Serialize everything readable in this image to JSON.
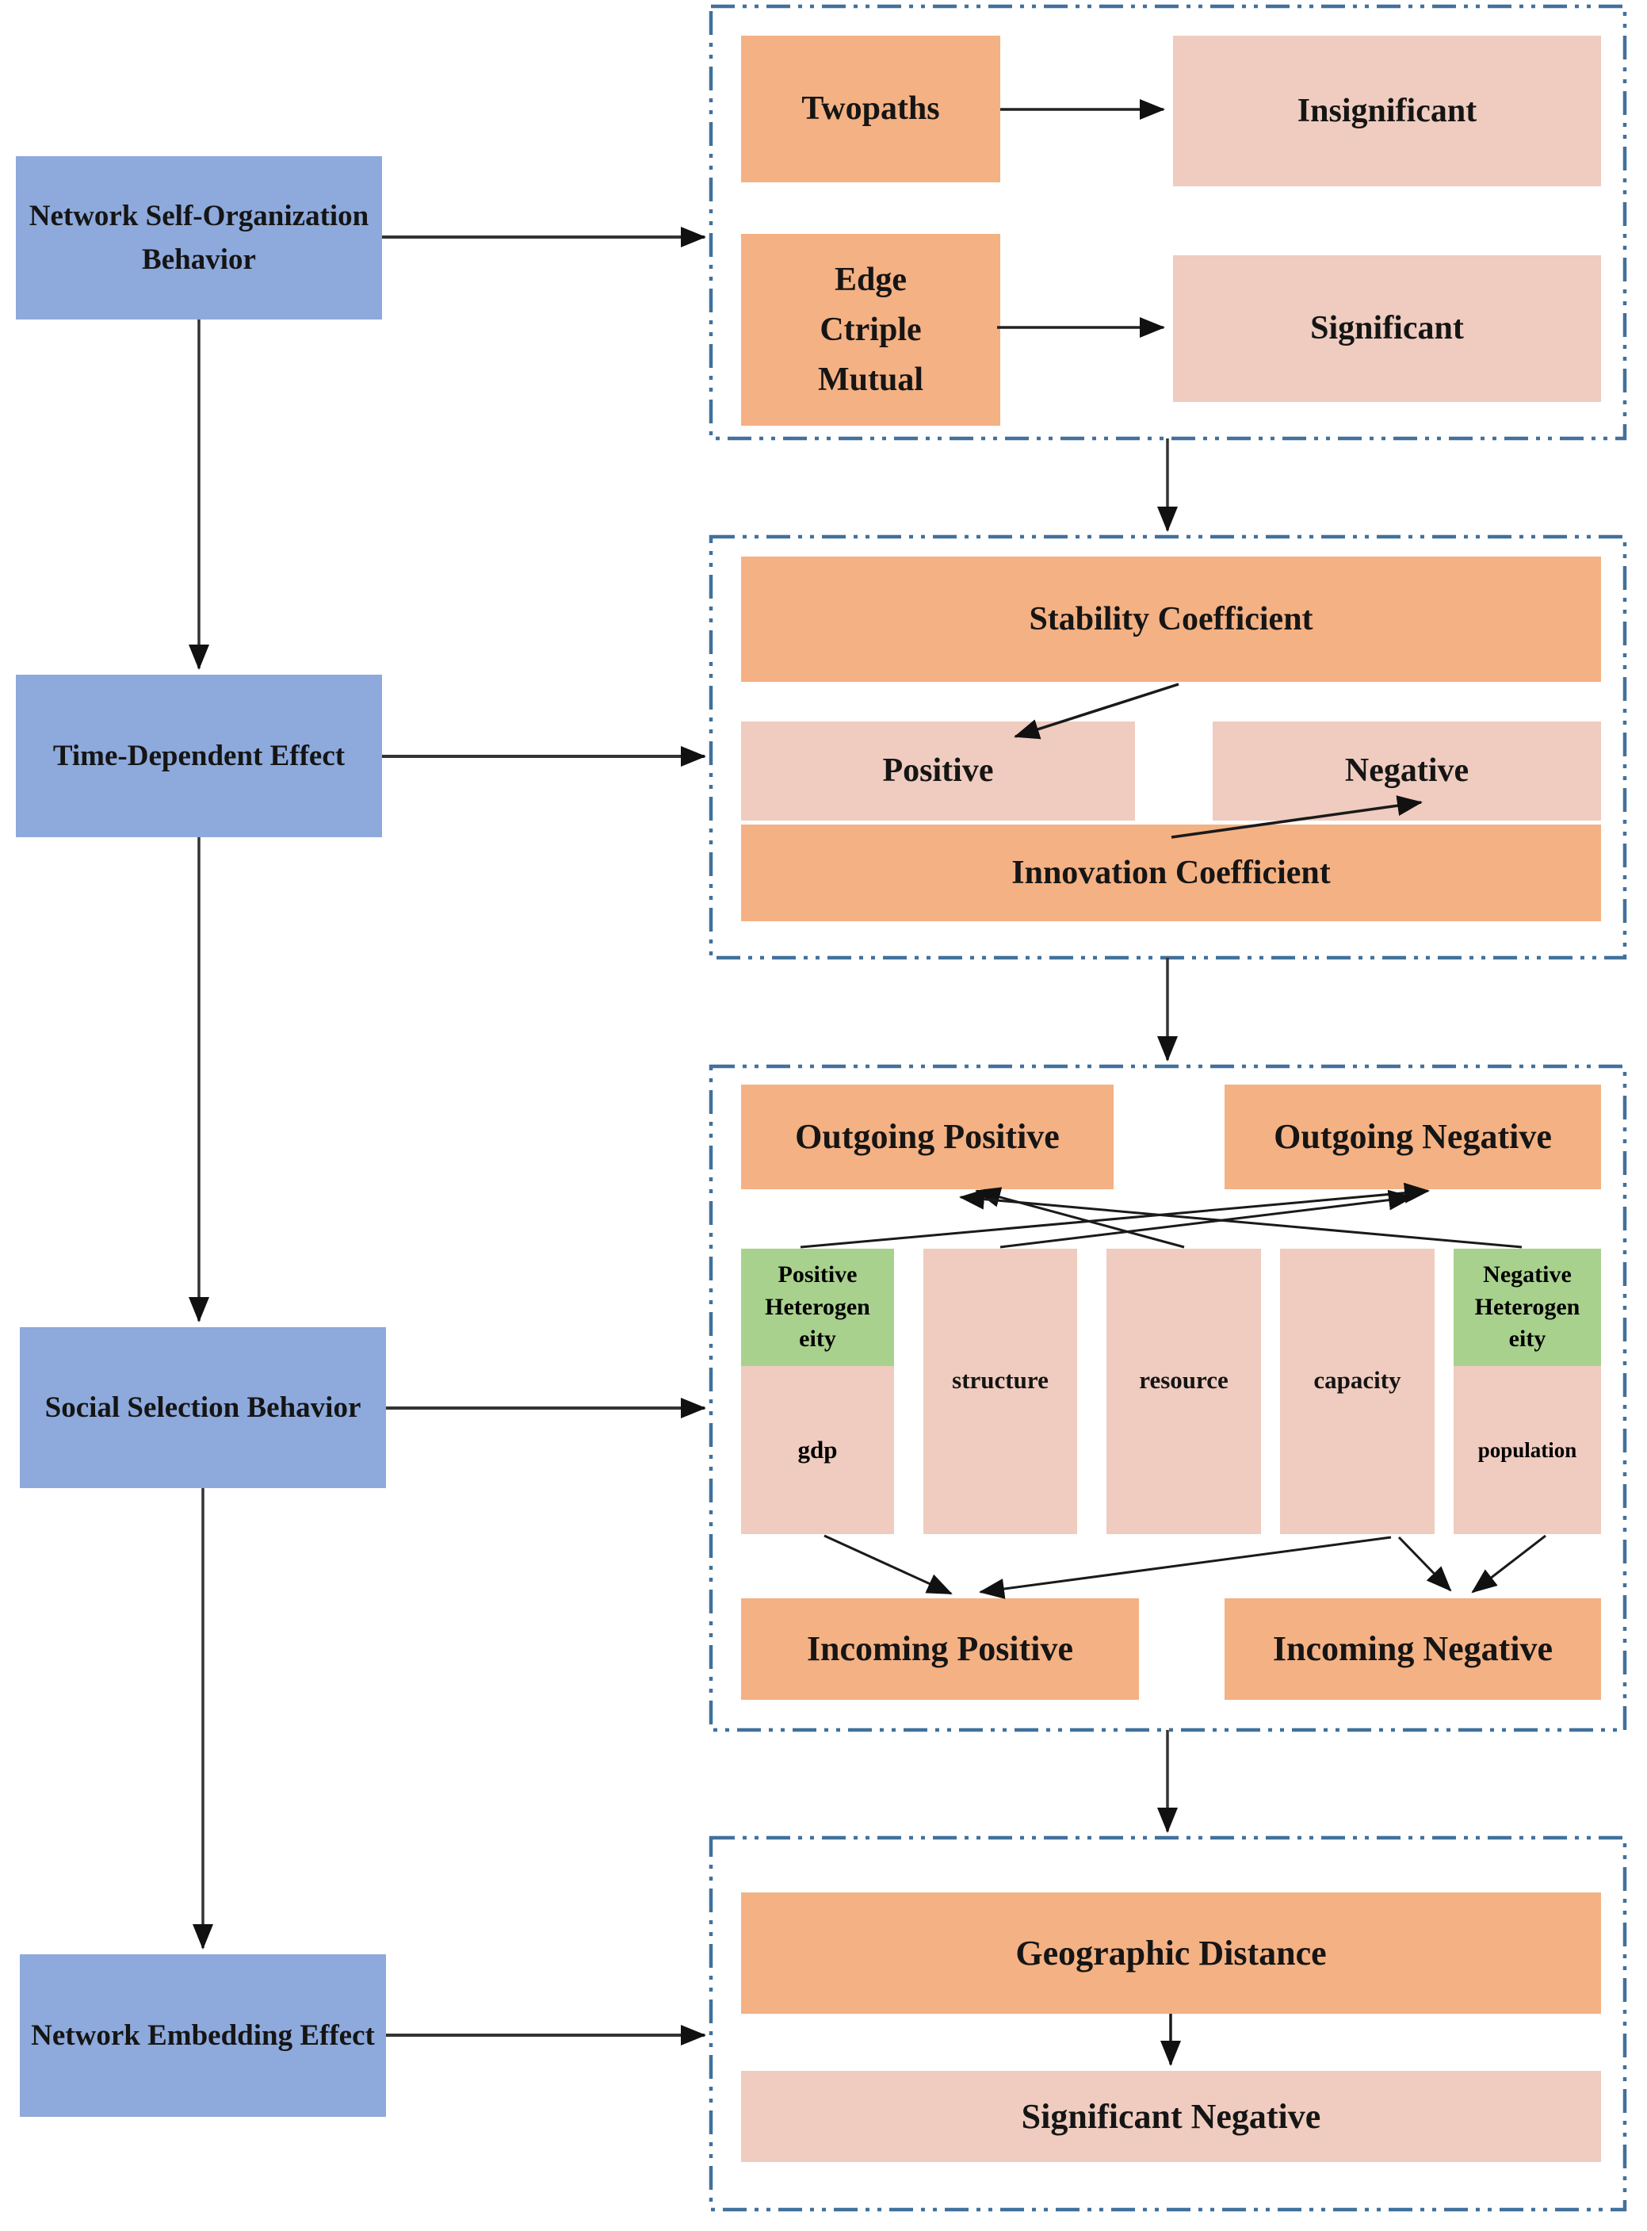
{
  "colors": {
    "blue_box": "#8ea9db",
    "orange_box": "#f4b183",
    "pink_box": "#efccbf",
    "green_box": "#a9d18e",
    "panel_border": "#41719c",
    "connector": "#333333"
  },
  "left_column": {
    "box1": "Network Self-Organization Behavior",
    "box2": "Time-Dependent Effect",
    "box3": "Social Selection Behavior",
    "box4": "Network Embedding Effect"
  },
  "panel1": {
    "twopaths": "Twopaths",
    "insignificant": "Insignificant",
    "edge_lines": [
      "Edge",
      "Ctriple",
      "Mutual"
    ],
    "significant": "Significant"
  },
  "panel2": {
    "stability": "Stability Coefficient",
    "positive": "Positive",
    "negative": "Negative",
    "innovation": "Innovation Coefficient"
  },
  "panel3": {
    "outgoing_positive": "Outgoing Positive",
    "outgoing_negative": "Outgoing Negative",
    "col1_cap_lines": [
      "Positive",
      "Heterogen",
      "eity"
    ],
    "col1_label": "gdp",
    "col2_label": "structure",
    "col3_label": "resource",
    "col4_label": "capacity",
    "col5_cap_lines": [
      "Negative",
      "Heterogen",
      "eity"
    ],
    "col5_label": "population",
    "incoming_positive": "Incoming Positive",
    "incoming_negative": "Incoming Negative"
  },
  "panel4": {
    "geographic": "Geographic Distance",
    "significant_negative": "Significant Negative"
  }
}
